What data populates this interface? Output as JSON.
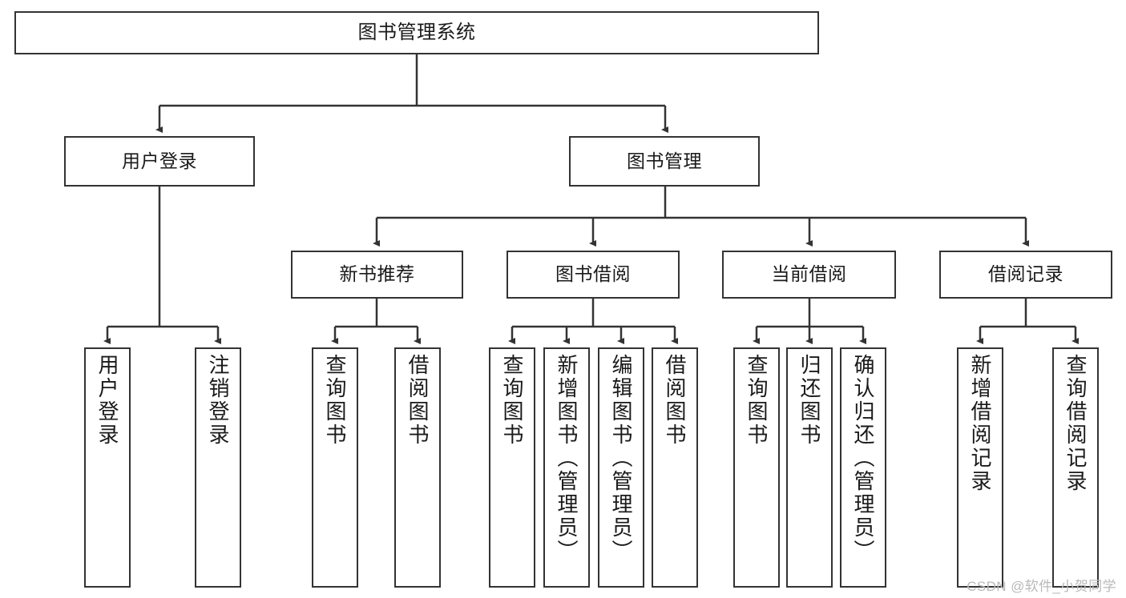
{
  "diagram": {
    "title": "图书管理系统",
    "type": "tree-hierarchy-functional-decomposition",
    "root": {
      "label": "图书管理系统"
    },
    "level2": [
      {
        "label": "用户登录"
      },
      {
        "label": "图书管理"
      }
    ],
    "level3": [
      {
        "label": "新书推荐"
      },
      {
        "label": "图书借阅"
      },
      {
        "label": "当前借阅"
      },
      {
        "label": "借阅记录"
      }
    ],
    "leaves": {
      "user_login": [
        {
          "label": "用户登录"
        },
        {
          "label": "注销登录"
        }
      ],
      "new_book_recommend": [
        {
          "label": "查询图书"
        },
        {
          "label": "借阅图书"
        }
      ],
      "book_borrow": [
        {
          "label": "查询图书"
        },
        {
          "label": "新增图书（管理员）"
        },
        {
          "label": "编辑图书（管理员）"
        },
        {
          "label": "借阅图书"
        }
      ],
      "current_borrow": [
        {
          "label": "查询图书"
        },
        {
          "label": "归还图书"
        },
        {
          "label": "确认归还（管理员）"
        }
      ],
      "borrow_record": [
        {
          "label": "新增借阅记录"
        },
        {
          "label": "查询借阅记录"
        }
      ]
    }
  },
  "watermark": {
    "text": "CSDN @软件_小贺同学"
  },
  "colors": {
    "stroke": "#333333",
    "background": "#ffffff",
    "text": "#1a1a1a",
    "watermark": "#b9b9b9"
  }
}
